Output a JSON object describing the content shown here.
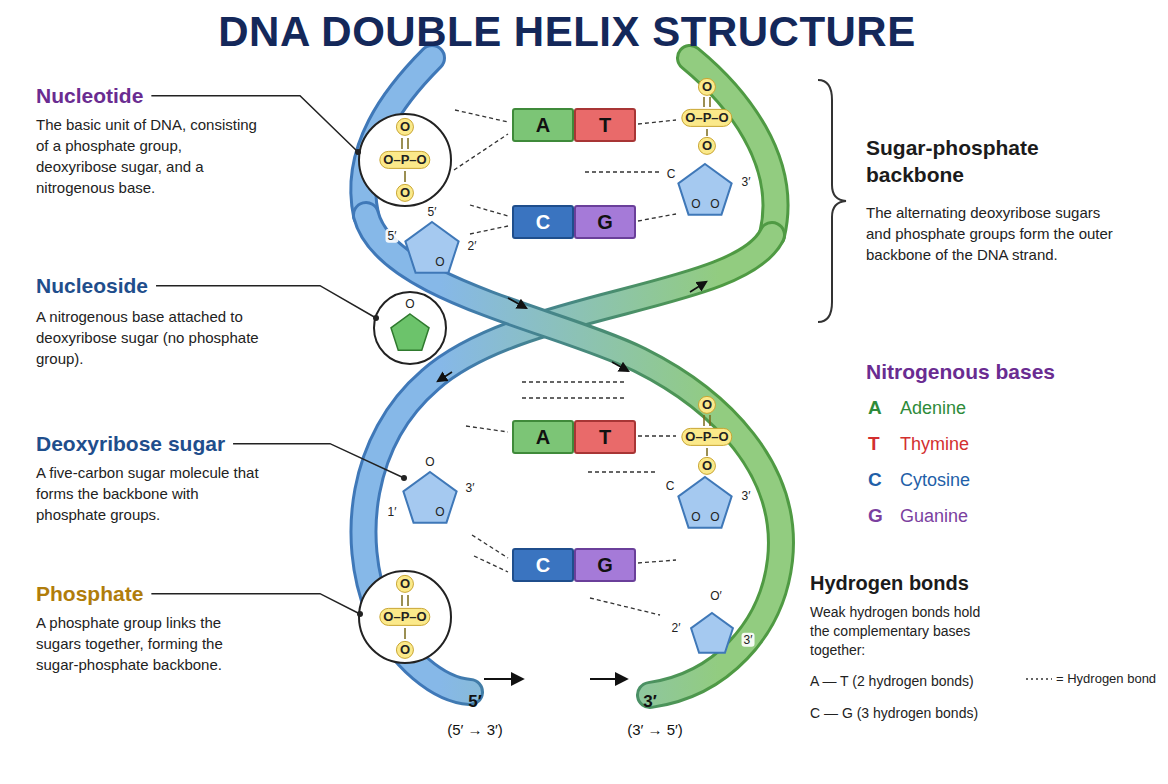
{
  "diagram": {
    "title": "DNA DOUBLE HELIX STRUCTURE",
    "nodes": [
      {
        "text": [
          "A"
        ]
      },
      {
        "text": [
          "T"
        ]
      },
      {
        "text": [
          "C"
        ]
      },
      {
        "text": [
          "G"
        ]
      },
      {
        "text": [
          "A"
        ]
      },
      {
        "text": [
          "T"
        ]
      },
      {
        "text": [
          "C"
        ]
      },
      {
        "text": [
          "G"
        ]
      }
    ],
    "labels": [
      "Nucleotide",
      "The basic unit of DNA, consisting of a phosphate group, deoxyribose sugar, and a nitrogenous base.",
      "Nucleoside",
      "A nitrogenous base attached to deoxyribose sugar (no phosphate group).",
      "Deoxyribose sugar",
      "A five-carbon sugar molecule that forms the backbone with phosphate groups.",
      "Phosphate",
      "A phosphate group links the sugars together, forming the sugar-phosphate backbone.",
      "Sugar-phosphate backbone",
      "The alternating deoxyribose sugars and phosphate groups form the outer backbone of the DNA strand.",
      "Nitrogenous bases",
      "A",
      "Adenine",
      "T",
      "Thymine",
      "C",
      "Cytosine",
      "G",
      "Guanine",
      "Hydrogen bonds",
      "Weak hydrogen bonds hold the complementary bases together:",
      "A — T (2 hydrogen bonds)",
      "C — G (3 hydrogen bonds)",
      "5′",
      "(5′ → 3′)",
      "3′",
      "(3′ → 5′)",
      "O",
      "O–P–O",
      "O",
      "O",
      "O–P–O",
      "O",
      "O",
      "O–P–O",
      "O",
      "O",
      "O–P–O",
      "O",
      "C",
      "3′",
      "O",
      "O",
      "5′",
      "5′",
      "2′",
      "O",
      "O",
      "O",
      "1′",
      "3′",
      "O",
      "C",
      "3′",
      "O",
      "O",
      "O′",
      "2′",
      "3′"
    ],
    "legend": [
      {
        "text": "= Hydrogen bond"
      }
    ]
  }
}
